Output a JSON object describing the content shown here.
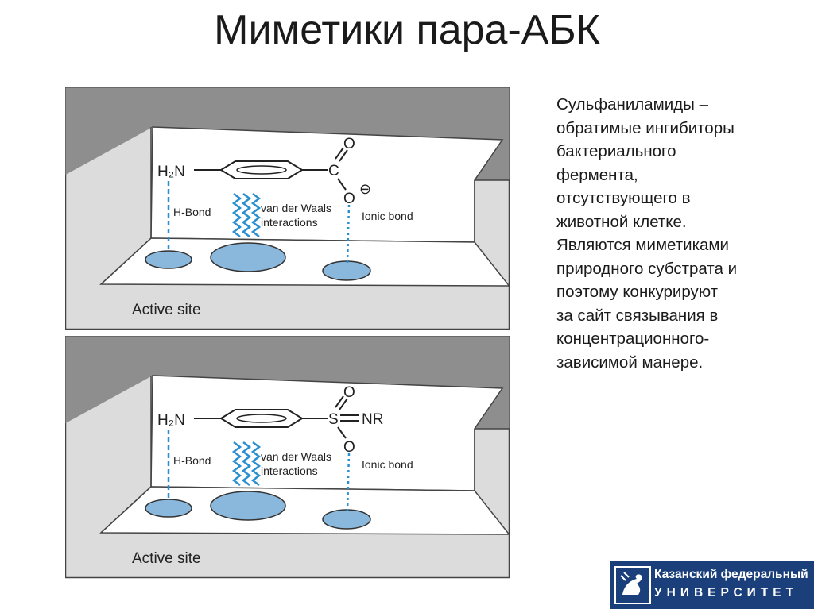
{
  "title": "Миметики пара-АБК",
  "description": "Сульфаниламиды –\nобратимые ингибиторы\nбактериального\nфермента,\nотсутствующего в\nживотной клетке.\nЯвляются миметиками\nприродного субстрата и\nпоэтому конкурируют\nза сайт связывания в\nконцентрационного-\nзависимой манере.",
  "panels": [
    {
      "amine": "H₂N",
      "group_atom": "C",
      "top_oxygen": "O",
      "bottom_oxygen": "O",
      "charge": "⊖",
      "h_bond_label": "H-Bond",
      "vdw_label_1": "van der Waals",
      "vdw_label_2": "interactions",
      "ionic_label": "Ionic bond",
      "site_label": "Active site"
    },
    {
      "amine": "H₂N",
      "group_atom": "S",
      "top_oxygen": "O",
      "bottom_oxygen": "O",
      "nr_label": "NR",
      "h_bond_label": "H-Bond",
      "vdw_label_1": "van der Waals",
      "vdw_label_2": "interactions",
      "ionic_label": "Ionic bond",
      "site_label": "Active site"
    }
  ],
  "logo": {
    "line1": "Казанский федеральный",
    "line2": "УНИВЕРСИТЕТ"
  },
  "colors": {
    "wall_dark": "#8e8e8e",
    "floor_light": "#dcdcdc",
    "pocket_blue": "#8ab8dc",
    "bond_blue": "#2a8fd0",
    "logo_bg": "#1b3f7a"
  }
}
